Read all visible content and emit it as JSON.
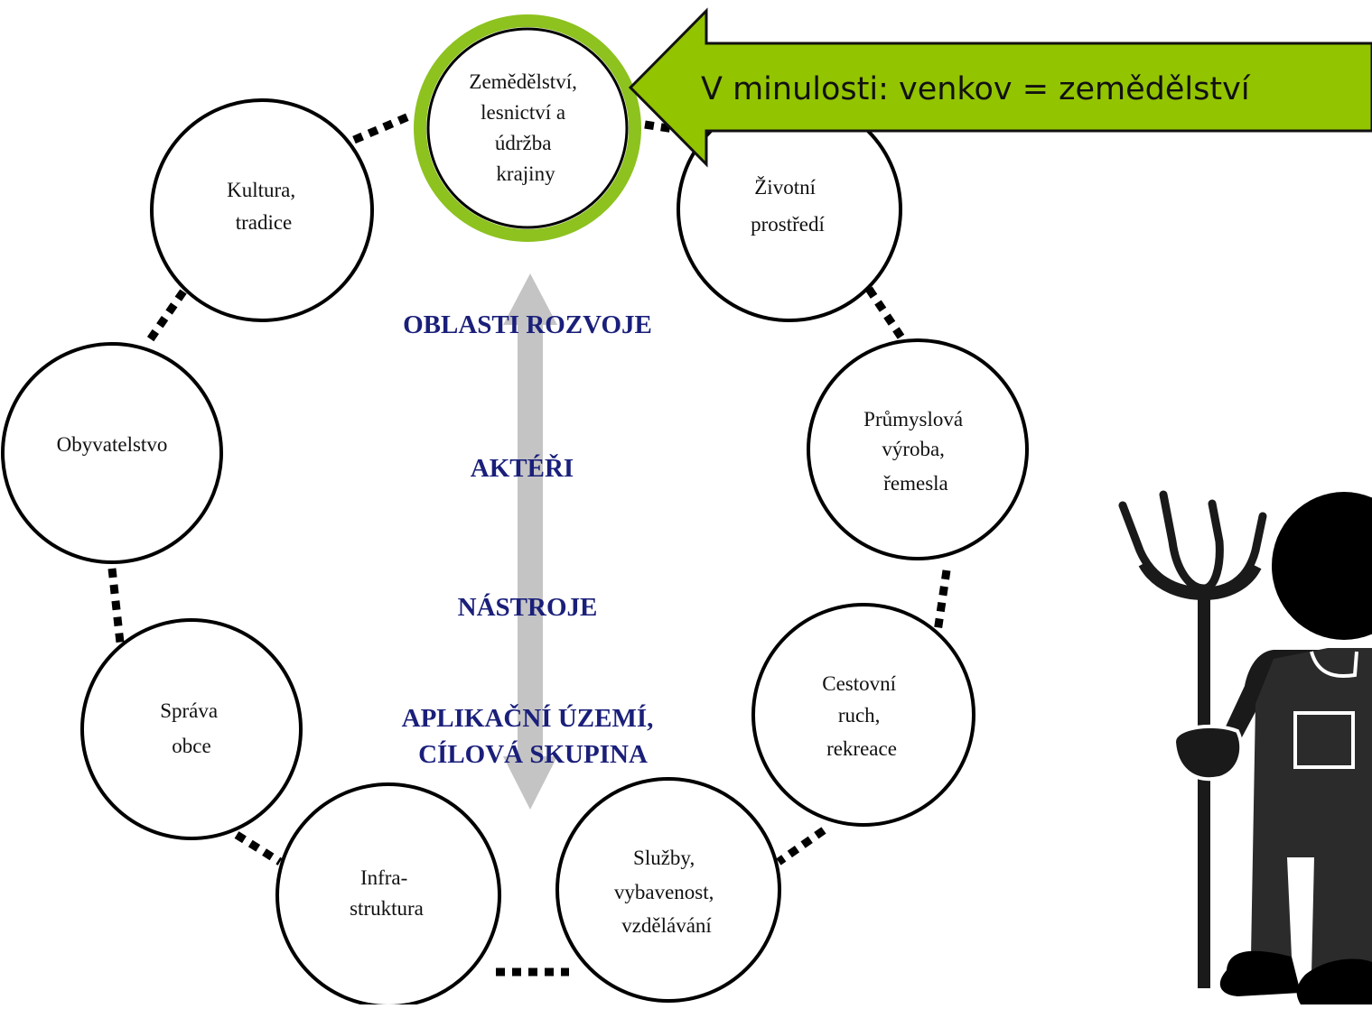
{
  "callout": {
    "text": "V minulosti: venkov = zemědělství"
  },
  "center_labels": {
    "oblasti": "OBLASTI ROZVOJE",
    "akteri": "AKTÉŘI",
    "nastroje": "NÁSTROJE",
    "aplikacni_line1": "APLIKAČNÍ ÚZEMÍ,",
    "aplikacni_line2": "CÍLOVÁ SKUPINA"
  },
  "circles": {
    "zemedelstvi": [
      "Zemědělství,",
      "lesnictví a",
      "údržba",
      "krajiny"
    ],
    "zivotni": [
      "Životní",
      "prostředí"
    ],
    "prumyslova": [
      "Průmyslová",
      "výroba,",
      "řemesla"
    ],
    "cestovni": [
      "Cestovní",
      "ruch,",
      "rekreace"
    ],
    "sluzby": [
      "Služby,",
      "vybavenost,",
      "vzdělávání"
    ],
    "infra": [
      "Infra-",
      "struktura"
    ],
    "sprava": [
      "Správa",
      "obce"
    ],
    "obyvatelstvo": [
      "Obyvatelstvo"
    ],
    "kultura": [
      "Kultura,",
      "tradice"
    ]
  },
  "colors": {
    "highlight_green": "#8dc21f",
    "callout_fill": "#92c400",
    "center_text": "#1a1f7a",
    "arrow_gray": "#c4c4c4"
  },
  "icons": {
    "farmer": "farmer-with-pitchfork-icon"
  }
}
